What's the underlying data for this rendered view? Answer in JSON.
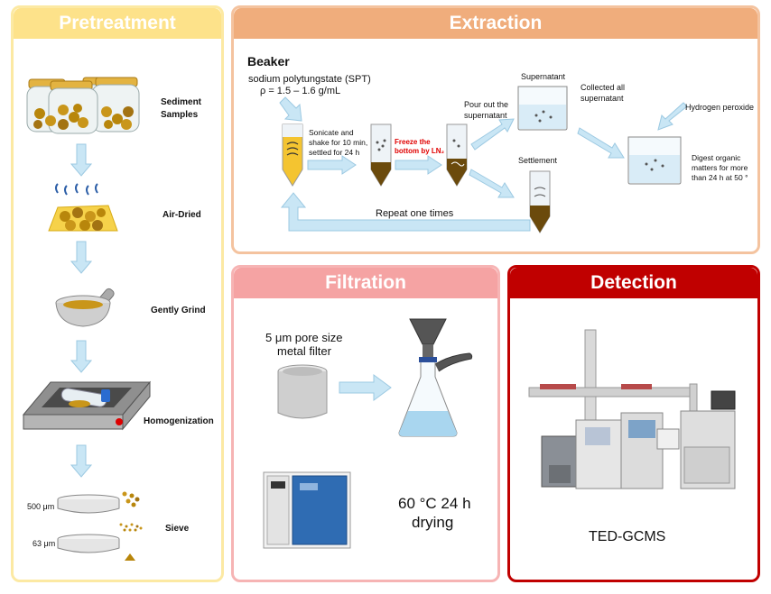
{
  "pretreatment": {
    "title": "Pretreatment",
    "steps": [
      "Sediment Samples",
      "Air-Dried",
      "Gently Grind",
      "Homogenization",
      "Sieve"
    ],
    "sieve_sizes": [
      "500 μm",
      "63 μm"
    ]
  },
  "extraction": {
    "title": "Extraction",
    "beaker_label": "Beaker",
    "spt_line1": "sodium polytungstate (SPT)",
    "spt_line2": "ρ = 1.5 – 1.6 g/mL",
    "sonicate": "Sonicate and shake for 10 min, settled for 24 h",
    "freeze": "Freeze the bottom by LN₂",
    "pour_out": "Pour out the supernatant",
    "supernatant": "Supernatant",
    "collected": "Collected all supernatant",
    "settlement": "Settlement",
    "hydrogen": "Hydrogen peroxide",
    "digest": "Digest organic matters for more than 24 h at 50 °",
    "repeat": "Repeat one times"
  },
  "filtration": {
    "title": "Filtration",
    "filter_line1": "5 μm pore size",
    "filter_line2": "metal filter",
    "dry_line1": "60 °C 24 h",
    "dry_line2": "drying"
  },
  "detection": {
    "title": "Detection",
    "instrument": "TED-GCMS"
  },
  "colors": {
    "pretreatment_head": "#fde28a",
    "pretreatment_border": "#fce9a3",
    "extraction_head": "#f0ad7c",
    "extraction_border": "#f4c39f",
    "filtration_head": "#f5a3a3",
    "filtration_border": "#f6b4b4",
    "detection_head": "#c00000",
    "detection_border": "#c00000",
    "arrow_fill": "#c9e6f5",
    "arrow_stroke": "#9cc9e2",
    "freeze_text": "#e00000"
  }
}
